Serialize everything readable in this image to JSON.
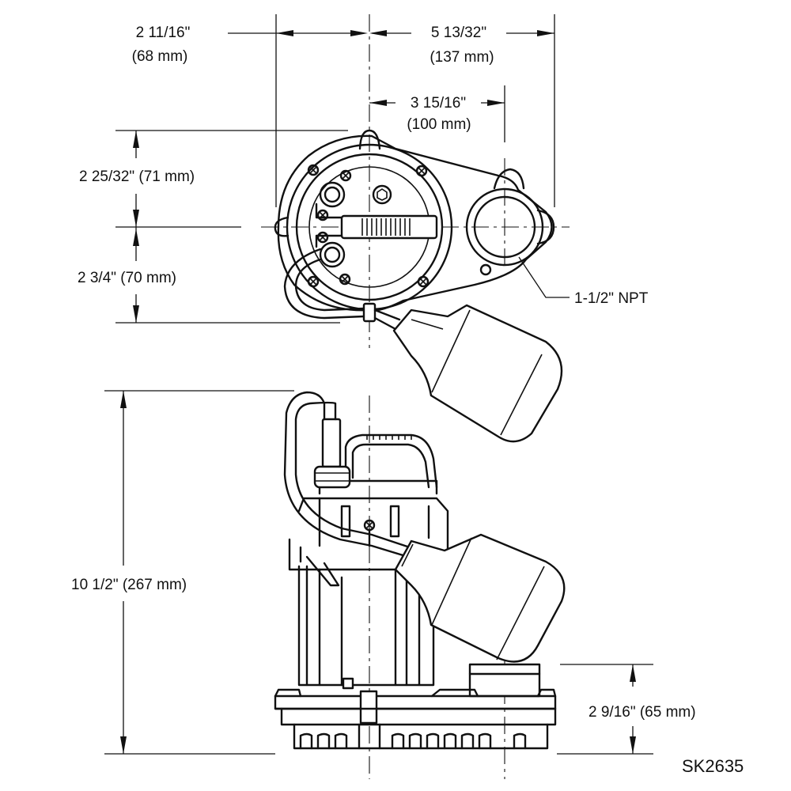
{
  "top_view": {
    "dim_left_width": "2 11/16\"",
    "dim_left_width_mm": "(68 mm)",
    "dim_overall_width": "5 13/32\"",
    "dim_overall_width_mm": "(137 mm)",
    "dim_outlet_offset": "3 15/16\"",
    "dim_outlet_offset_mm": "(100 mm)",
    "dim_upper_depth": "2 25/32\" (71 mm)",
    "dim_lower_depth": "2 3/4\" (70 mm)",
    "outlet_label": "1-1/2\" NPT"
  },
  "side_view": {
    "dim_overall_height": "10 1/2\" (267 mm)",
    "dim_base_height": "2 9/16\" (65 mm)"
  },
  "drawing_number": "SK2635",
  "colors": {
    "line": "#111111",
    "background": "#ffffff"
  }
}
